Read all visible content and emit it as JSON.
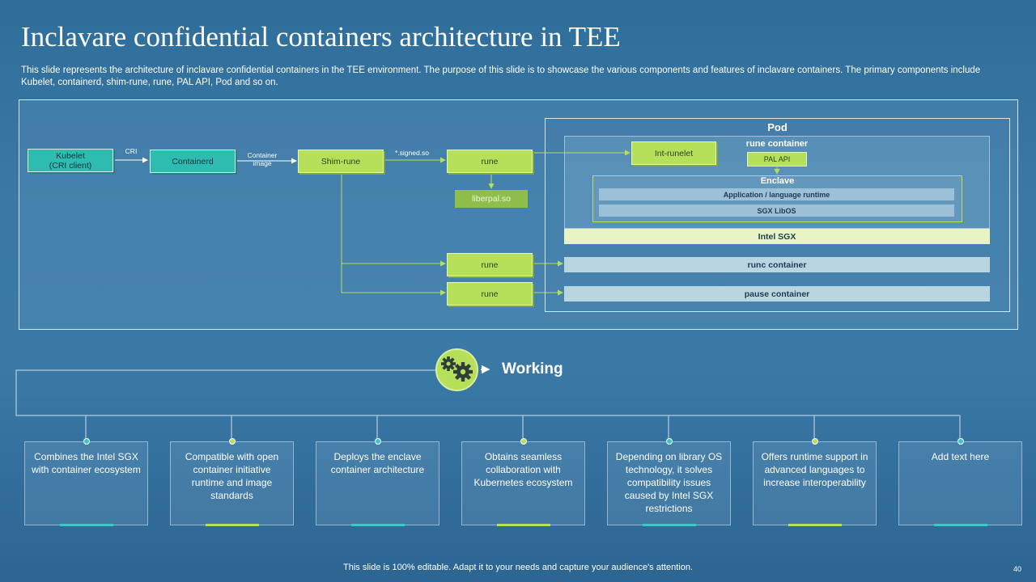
{
  "title": "Inclavare confidential containers architecture in TEE",
  "description": "This slide represents the architecture of inclavare confidential containers in the TEE environment. The purpose of this slide is to showcase the various components and features of inclavare containers. The primary components include Kubelet, containerd, shim-rune, rune, PAL API,  Pod and so on.",
  "diagram": {
    "nodes": {
      "kubelet": "Kubelet\n(CRI client)",
      "containerd": "Containerd",
      "shim_rune": "Shim-rune",
      "rune_top": "rune",
      "liberpal": "liberpal.so",
      "rune_mid": "rune",
      "rune_bottom": "rune",
      "int_runelet": "Int-runelet",
      "pal_api": "PAL API"
    },
    "edge_labels": {
      "cri": "CRI",
      "container_image": "Container\nimage",
      "signed_so": "*.signed.so"
    },
    "pod": {
      "label": "Pod",
      "rune_container": "rune container",
      "enclave": "Enclave",
      "app_runtime": "Application / language runtime",
      "sgx_libos": "SGX LibOS",
      "intel_sgx": "Intel SGX",
      "runc_container": "runc container",
      "pause_container": "pause container"
    }
  },
  "working": {
    "label": "Working",
    "icon": "gears-icon",
    "cards": [
      {
        "text": "Combines the Intel SGX with container ecosystem",
        "accent": "#3ec7c9"
      },
      {
        "text": "Compatible with open container initiative runtime and image standards",
        "accent": "#b6e05a"
      },
      {
        "text": "Deploys the enclave container architecture",
        "accent": "#3ec7c9"
      },
      {
        "text": "Obtains seamless collaboration with Kubernetes ecosystem",
        "accent": "#b6e05a"
      },
      {
        "text": "Depending on library OS technology, it solves compatibility issues caused by Intel SGX restrictions",
        "accent": "#3ec7c9"
      },
      {
        "text": "Offers runtime support in advanced languages to increase interoperability",
        "accent": "#b6e05a"
      },
      {
        "text": "Add text here",
        "accent": "#3ec7c9"
      }
    ]
  },
  "footer": "This slide is 100% editable. Adapt it to your needs and capture your audience's attention.",
  "page_number": "40",
  "colors": {
    "teal": "#2fbcb0",
    "green": "#b6e05a",
    "background": "#3a79a6"
  }
}
